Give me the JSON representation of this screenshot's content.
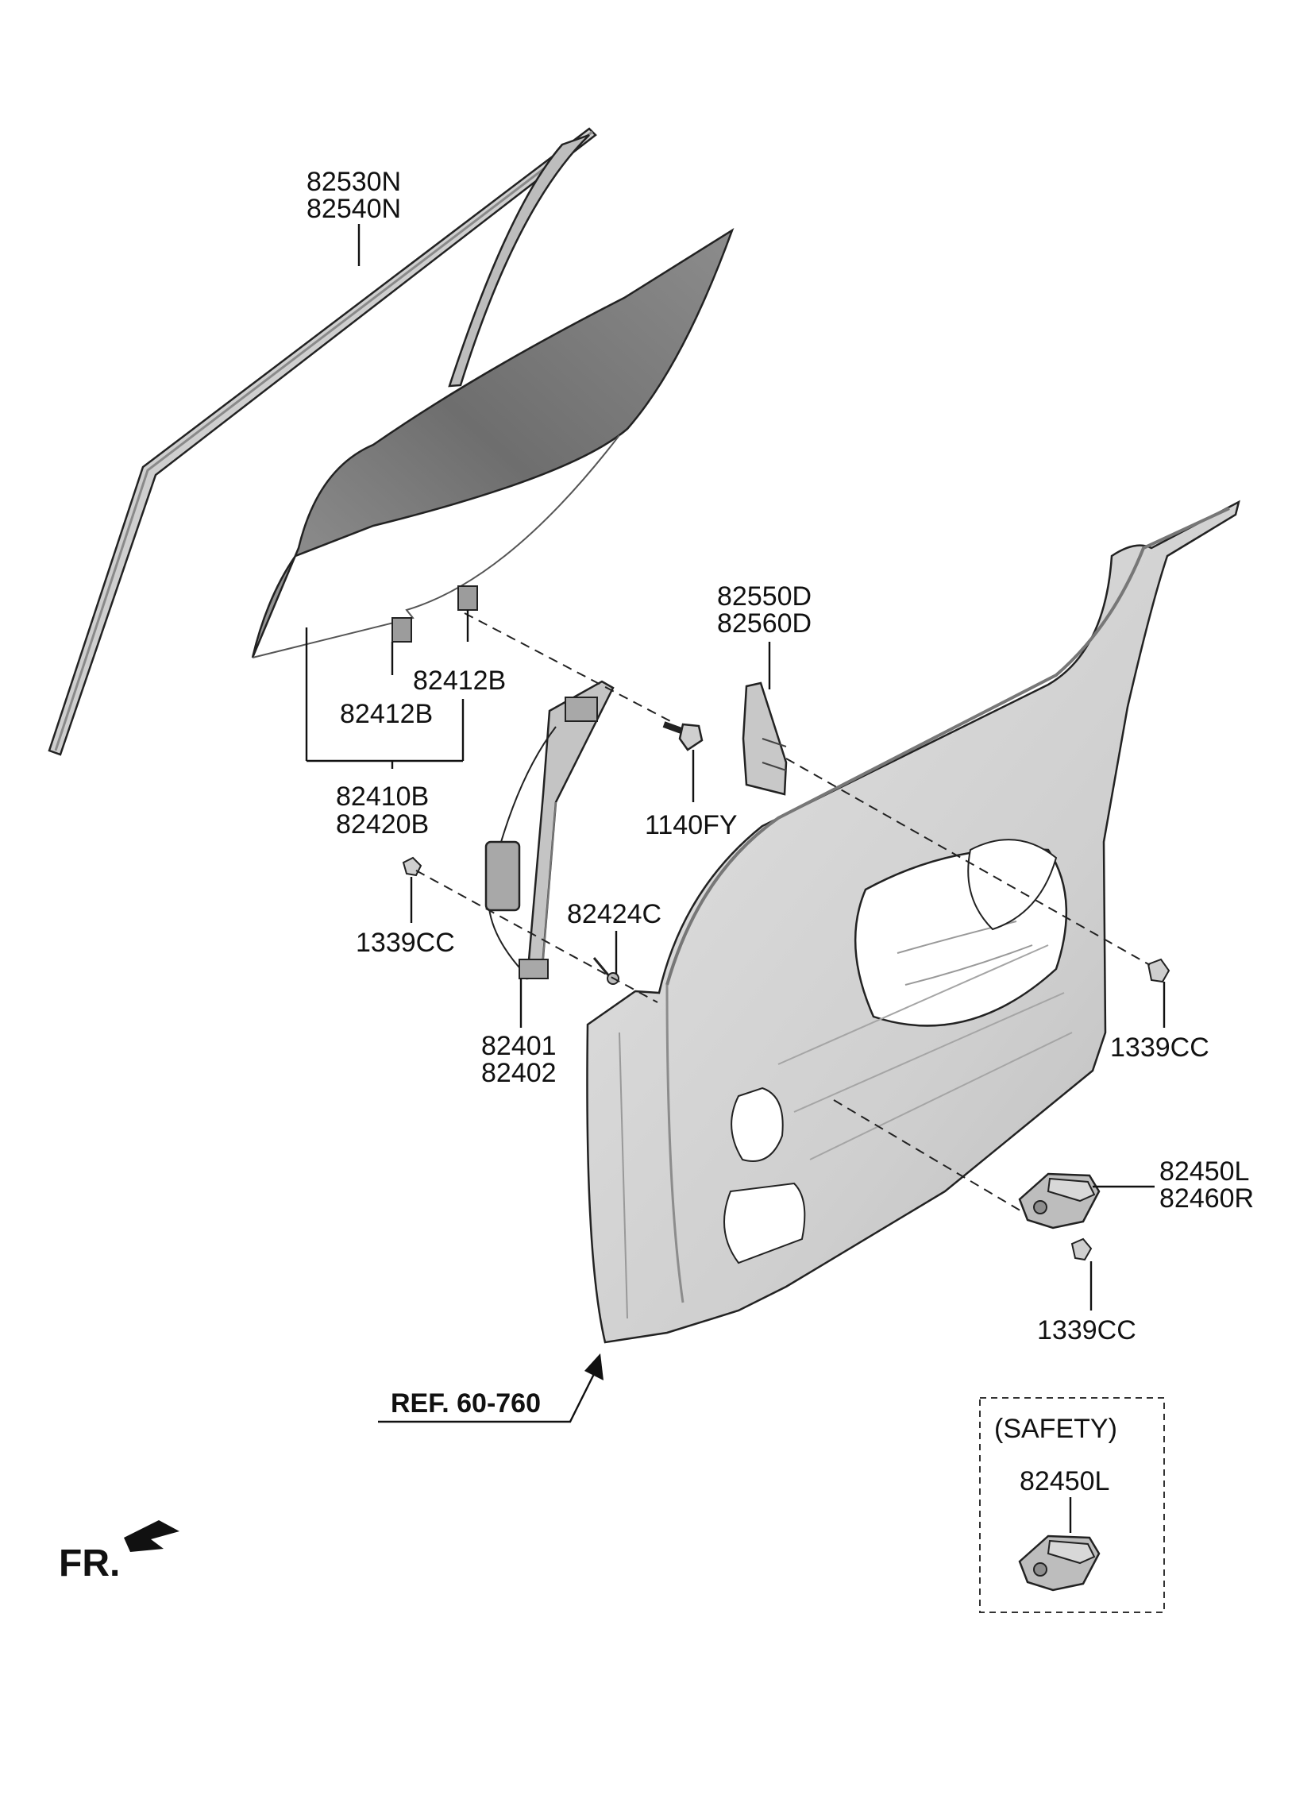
{
  "labels": {
    "run_channel_top": "82530N",
    "run_channel_bottom": "82540N",
    "glass_top": "82410B",
    "glass_bottom": "82420B",
    "glass_clip_left": "82412B",
    "glass_clip_right": "82412B",
    "channel_top": "82550D",
    "channel_bottom": "82560D",
    "bolt": "1140FY",
    "regulator_top": "82401",
    "regulator_bottom": "82402",
    "regulator_screw": "82424C",
    "clip_left": "1339CC",
    "clip_right": "1339CC",
    "clip_motor": "1339CC",
    "motor_top": "82450L",
    "motor_bottom": "82460R",
    "reference": "REF. 60-760",
    "safety_title": "(SAFETY)",
    "safety_part": "82450L",
    "front_marker": "FR."
  },
  "colors": {
    "line": "#111111",
    "glass_fill": "#7a7a7a",
    "panel_fill": "#d6d6d6",
    "panel_shade": "#a9a9a9",
    "part_fill": "#bdbdbd"
  },
  "icons": {
    "front_arrow": "front-arrow-icon",
    "reference_arrow": "reference-arrow-icon"
  }
}
